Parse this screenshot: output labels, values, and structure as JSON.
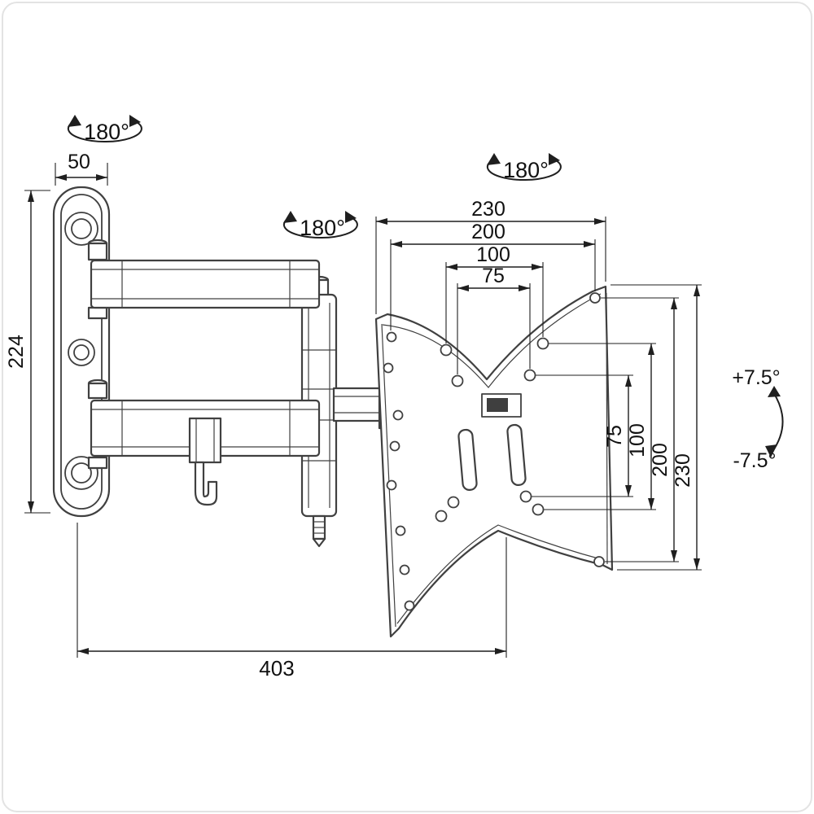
{
  "dimensions": {
    "wall_plate": {
      "width": "50",
      "height": "224"
    },
    "plate_top": [
      "230",
      "200",
      "100",
      "75"
    ],
    "plate_right": [
      "75",
      "100",
      "200",
      "230"
    ],
    "reach": "403"
  },
  "rotations": [
    "180°",
    "180°",
    "180°"
  ],
  "tilt": {
    "up": "+7.5°",
    "down": "-7.5°"
  },
  "colors": {
    "line": "#404040",
    "dimension": "#1f1f1f",
    "text": "#111111",
    "background": "#ffffff"
  }
}
